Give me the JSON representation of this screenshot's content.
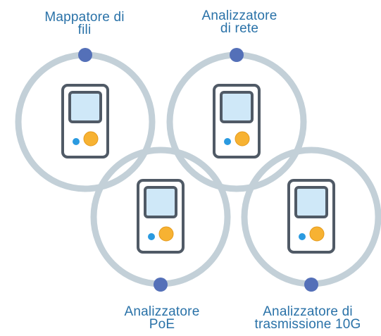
{
  "colors": {
    "ring": "#c3d0d8",
    "node_dot": "#5470b8",
    "device_outline": "#505a66",
    "screen_fill": "#cfe8f8",
    "button_blue": "#2a9ae0",
    "button_orange": "#f7b232",
    "label_text": "#2a72a8"
  },
  "nodes": [
    {
      "id": "wire-mapper",
      "label_lines": [
        "Mappatore di",
        "fili"
      ],
      "icon": "handheld-tester-icon"
    },
    {
      "id": "network-analyzer",
      "label_lines": [
        "Analizzatore",
        "di rete"
      ],
      "icon": "handheld-tester-icon"
    },
    {
      "id": "poe-analyzer",
      "label_lines": [
        "Analizzatore",
        "PoE"
      ],
      "icon": "handheld-tester-icon"
    },
    {
      "id": "transmission-analyzer",
      "label_lines": [
        "Analizzatore di",
        "trasmissione 10G"
      ],
      "icon": "handheld-tester-icon"
    }
  ]
}
